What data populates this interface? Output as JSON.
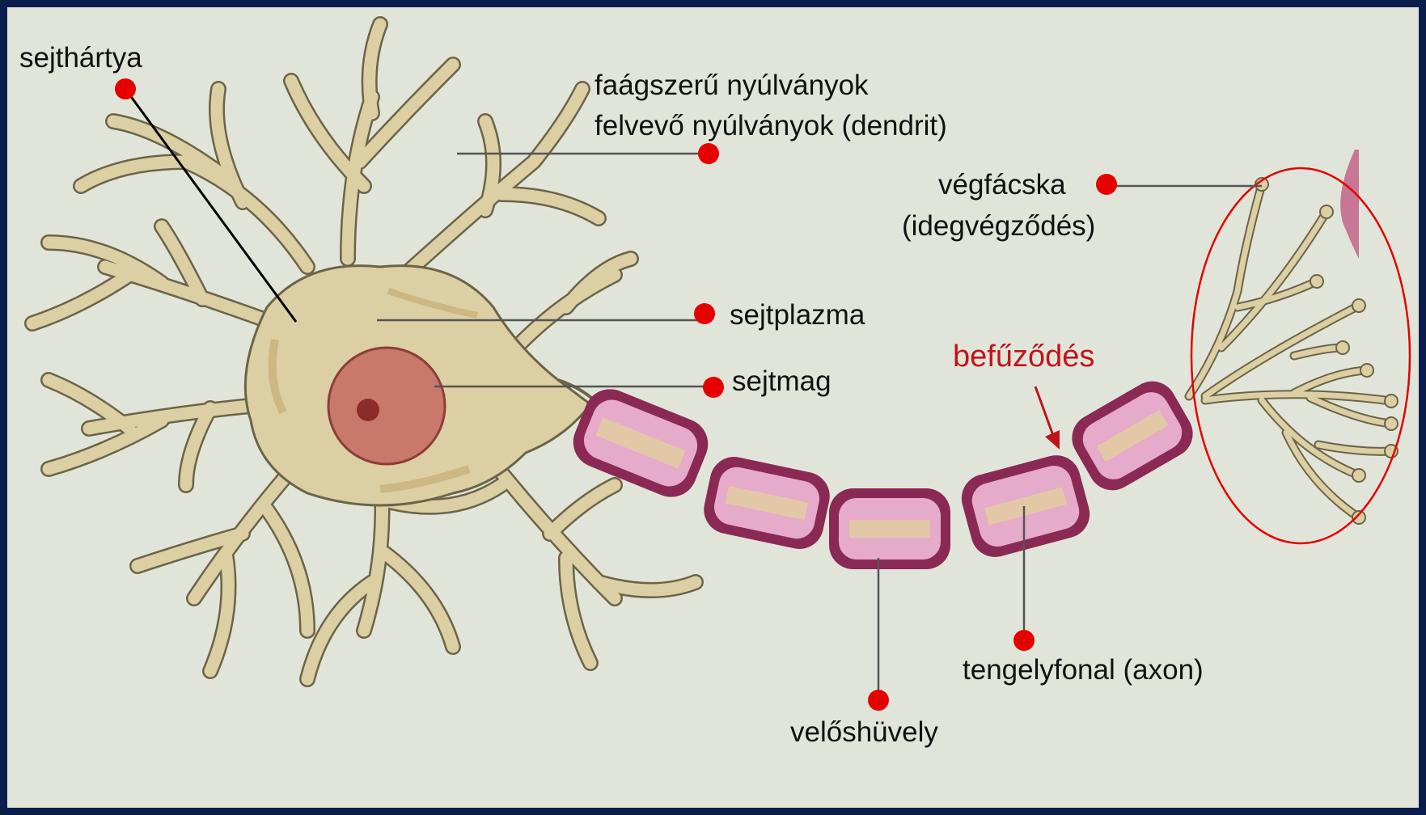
{
  "labels": {
    "sejthartya": "sejthártya",
    "dendrit_line1": "faágszerű nyúlványok",
    "dendrit_line2": "felvevő nyúlványok (dendrit)",
    "vegfacska_line1": "végfácska",
    "vegfacska_line2": "(idegvégződés)",
    "sejtplazma": "sejtplazma",
    "befuzodes": "befűződés",
    "sejtmag": "sejtmag",
    "tengelyfonal": "tengelyfonal (axon)",
    "veloshuvely": "velőshüvely"
  },
  "colors": {
    "frame": "#0b1d4d",
    "background": "#e1e5d9",
    "cell_body": "#dccfa3",
    "cell_outline": "#6b6448",
    "nucleus": "#c9786c",
    "myelin_outer": "#8a2a54",
    "myelin_inner": "#e6aacb",
    "axon_core": "#e2cf9e",
    "marker_dot": "#e60000",
    "highlight_red": "#c0141c"
  }
}
